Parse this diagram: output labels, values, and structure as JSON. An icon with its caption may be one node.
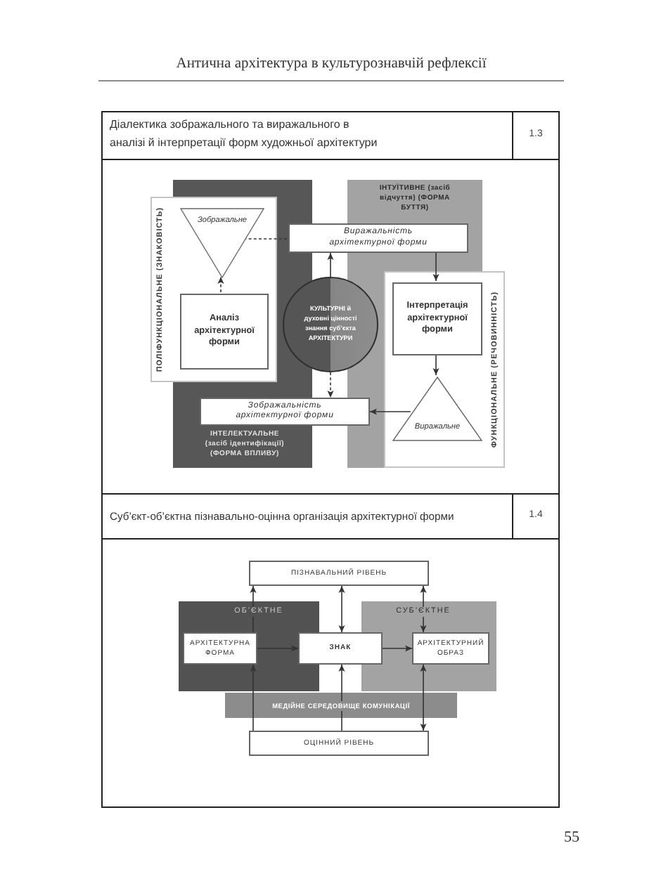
{
  "diagram": {
    "nodes": [
      {
        "text": [
          "ІНТЕЛЕКТУАЛЬНЕ (засіб ідентифікації) (ФОРМА ВПЛИВУ)"
        ]
      },
      {
        "text": [
          "ІНТУЇТИВНЕ (засіб відчуття) (ФОРМА БУТТЯ)"
        ]
      },
      {
        "text": [
          "ПОЛІФУНКЦІОНАЛЬНЕ (ЗНАКОВІСТЬ)"
        ]
      },
      {
        "text": [
          "Зображальне"
        ],
        "in": 2
      },
      {
        "text": [
          "Аналіз архітектурної форми"
        ],
        "in": 2
      },
      {
        "text": [
          "Виражальність архітектурної форми"
        ]
      },
      {
        "text": [
          "КУЛЬТУРНІ й духовні цінності знання суб’єкта АРХІТЕКТУРИ"
        ]
      },
      {
        "text": [
          "ФУНКЦІОНАЛЬНЕ (РЕЧОВИННІСТЬ)"
        ]
      },
      {
        "text": [
          "Інтерпретація архітектурної форми"
        ],
        "in": 7
      },
      {
        "text": [
          "Виражальне"
        ],
        "in": 7
      },
      {
        "text": [
          "Зображальність архітектурної форми"
        ]
      },
      {
        "text": [
          "ПІЗНАВАЛЬНИЙ РІВЕНЬ"
        ]
      },
      {
        "text": [
          "ОБ’ЄКТНЕ"
        ]
      },
      {
        "text": [
          "СУБ’ЄКТНЕ"
        ]
      },
      {
        "text": [
          "АРХІТЕКТУРНА ФОРМА"
        ],
        "in": 12
      },
      {
        "text": [
          "ЗНАК"
        ]
      },
      {
        "text": [
          "АРХІТЕКТУРНИЙ ОБРАЗ"
        ],
        "in": 13
      },
      {
        "text": [
          "ОЦІННИЙ РІВЕНЬ"
        ]
      }
    ],
    "edges": [
      {
        "from": 3,
        "to": 5,
        "arrow": "none",
        "style": "dashed"
      },
      {
        "from": 4,
        "to": 3,
        "arrow": "to",
        "style": "dashed"
      },
      {
        "from": 6,
        "to": 5,
        "arrow": "to"
      },
      {
        "from": 5,
        "to": 8,
        "arrow": "to"
      },
      {
        "from": 8,
        "to": 9,
        "arrow": "to"
      },
      {
        "from": 9,
        "to": 10,
        "arrow": "to"
      },
      {
        "from": 6,
        "to": 10,
        "arrow": "to",
        "style": "dashed"
      },
      {
        "from": 14,
        "to": 11,
        "arrow": "to"
      },
      {
        "from": 17,
        "to": 14,
        "arrow": "to"
      },
      {
        "from": 11,
        "to": 15,
        "arrow": "both"
      },
      {
        "from": 17,
        "to": 15,
        "arrow": "to"
      },
      {
        "from": 11,
        "to": 16,
        "arrow": "both"
      },
      {
        "from": 16,
        "to": 17,
        "arrow": "both"
      },
      {
        "from": 14,
        "to": 15,
        "arrow": "to"
      },
      {
        "from": 15,
        "to": 16,
        "arrow": "to"
      }
    ],
    "labels": [
      "Антична архітектура в культурознавчій рефлексії",
      "Діалектика зображального та виражального в аналізі й інтерпретації форм художньої архітектури",
      "1.3",
      "Суб’єкт-об’єктна пізнавально-оцінна організація архітектурної форми",
      "1.4",
      "МЕДІЙНЕ СЕРЕДОВИЩЕ КОМУНІКАЦІЇ",
      "55"
    ]
  }
}
